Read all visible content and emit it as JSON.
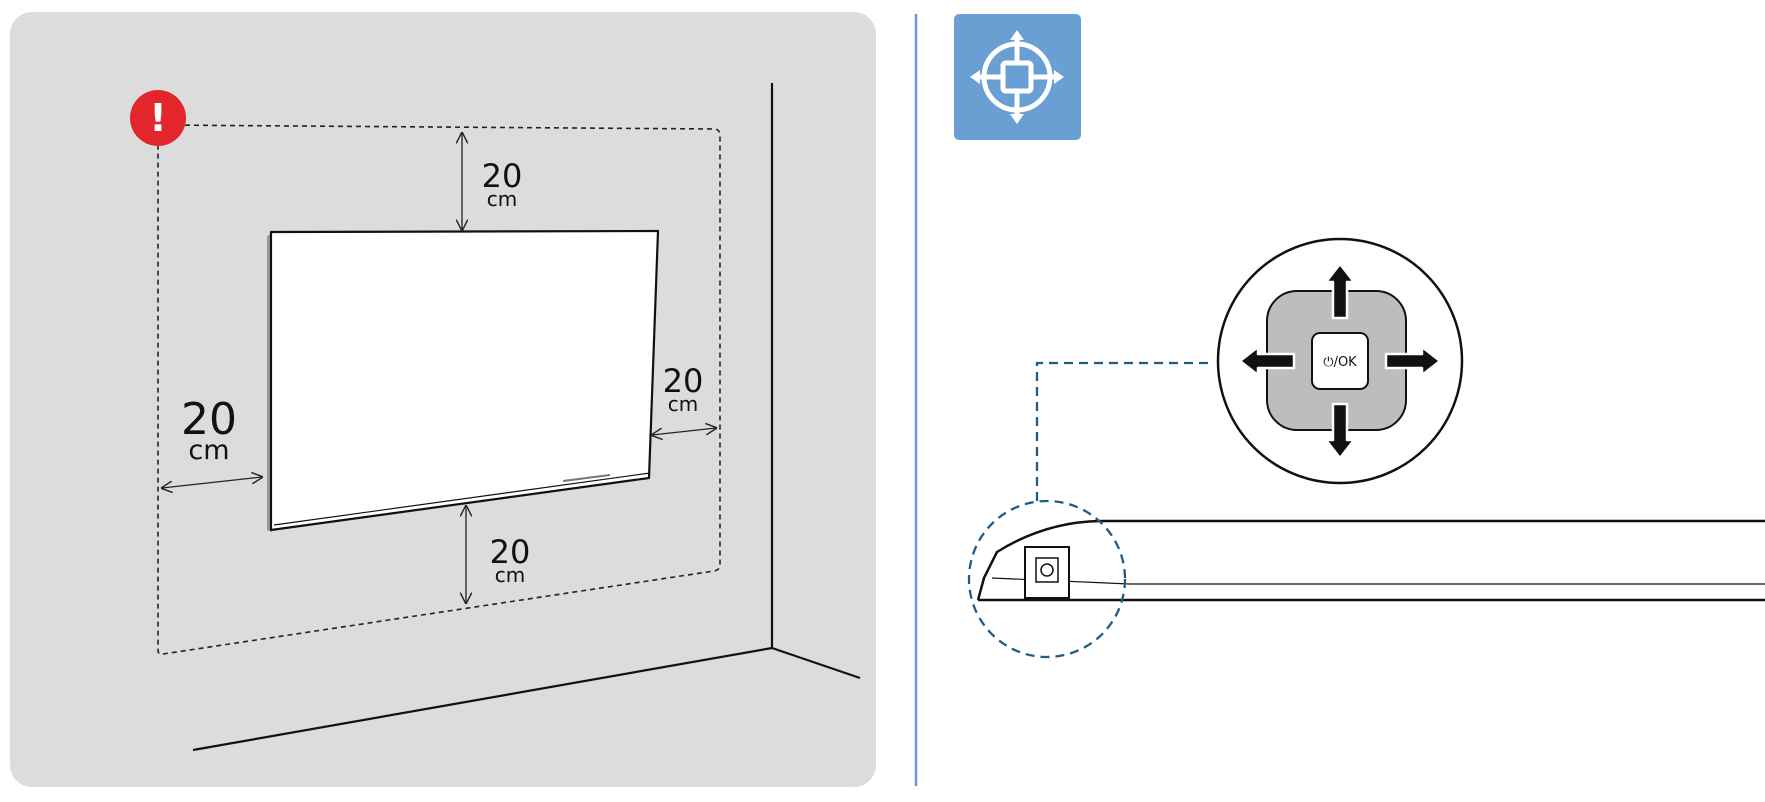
{
  "left_panel": {
    "measurements": {
      "top": {
        "value": "20",
        "unit": "cm"
      },
      "right": {
        "value": "20",
        "unit": "cm"
      },
      "left": {
        "value": "20",
        "unit": "cm"
      },
      "bottom": {
        "value": "20",
        "unit": "cm"
      }
    },
    "warning_symbol": "!"
  },
  "right_panel": {
    "joystick_button_label": "⏻/OK",
    "icon": "joystick-icon"
  },
  "colors": {
    "panel_bg": "#dcdcdd",
    "warning_red": "#e2262b",
    "divider_blue": "#6e9ccc",
    "icon_tile_blue": "#6a9fd4",
    "callout_blue": "#1e5c86",
    "pad_gray": "#bdbdbd"
  }
}
